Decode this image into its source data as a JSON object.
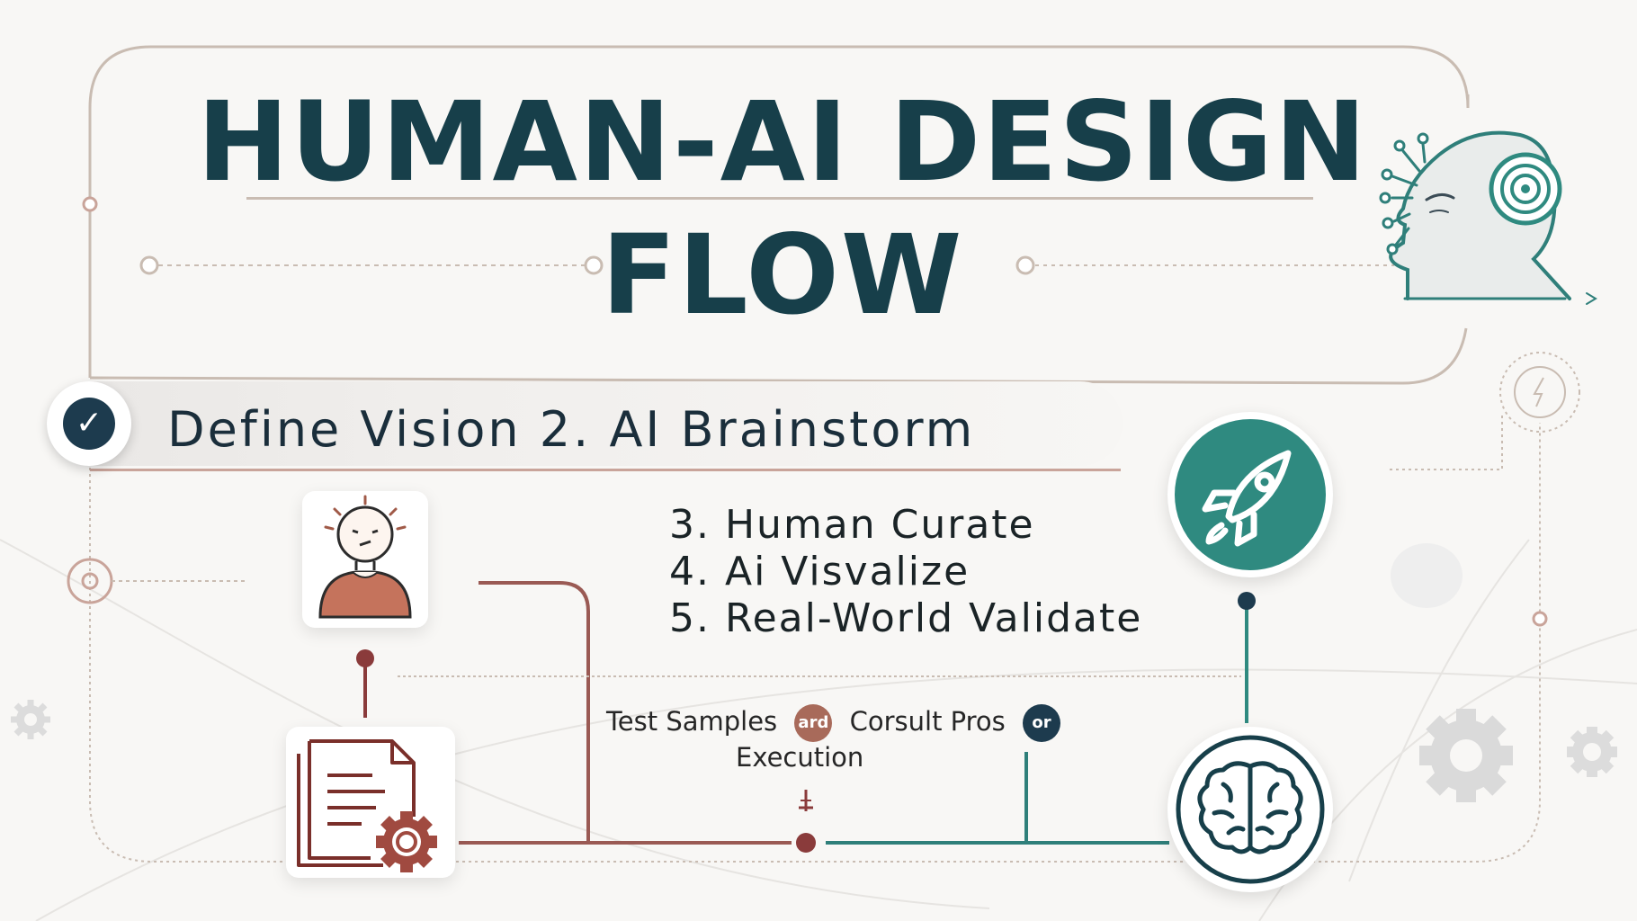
{
  "title": {
    "line1": "HUMAN-AI DESIGN",
    "line2": "FLOW"
  },
  "banner": {
    "text": "Define Vision 2. AI Brainstorm",
    "check_glyph": "✓"
  },
  "steps": [
    "3. Human Curate",
    "4. Ai Visvalize",
    "5. Real-World Validate"
  ],
  "flow_labels": {
    "test_samples": "Test Samples",
    "ard_badge": "ard",
    "consult_pros": "Corsult Pros",
    "or_badge": "or",
    "execution": "Execution"
  },
  "icons": {
    "person": "person-thinking-icon",
    "document": "document-gear-icon",
    "rocket": "rocket-icon",
    "brain": "brain-icon",
    "ai_head": "ai-head-profile-icon"
  },
  "colors": {
    "navy": "#173f4a",
    "teal": "#2f8a80",
    "rust": "#a86a5a",
    "maroon": "#8a3b3b",
    "frame": "#c9bcb2"
  }
}
